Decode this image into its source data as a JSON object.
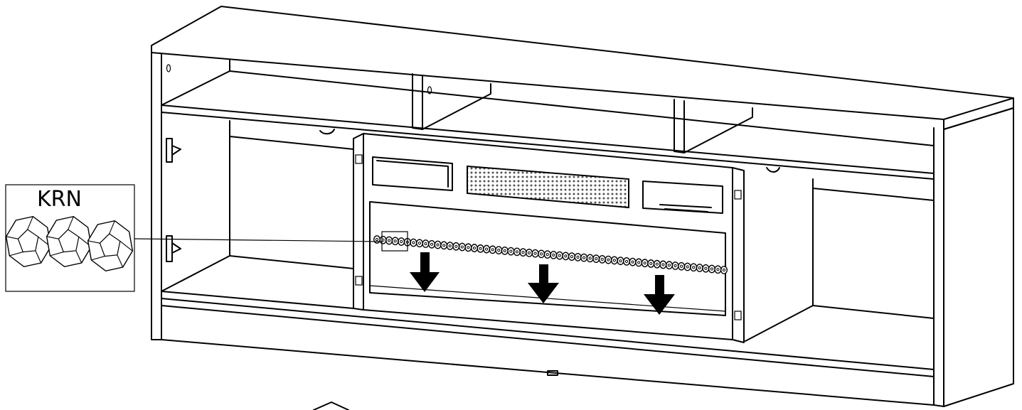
{
  "callout": {
    "label": "KRN"
  },
  "arrows": {
    "count": 3,
    "direction": "down"
  },
  "colors": {
    "line": "#000000",
    "background": "#ffffff",
    "mesh": "#666666"
  }
}
